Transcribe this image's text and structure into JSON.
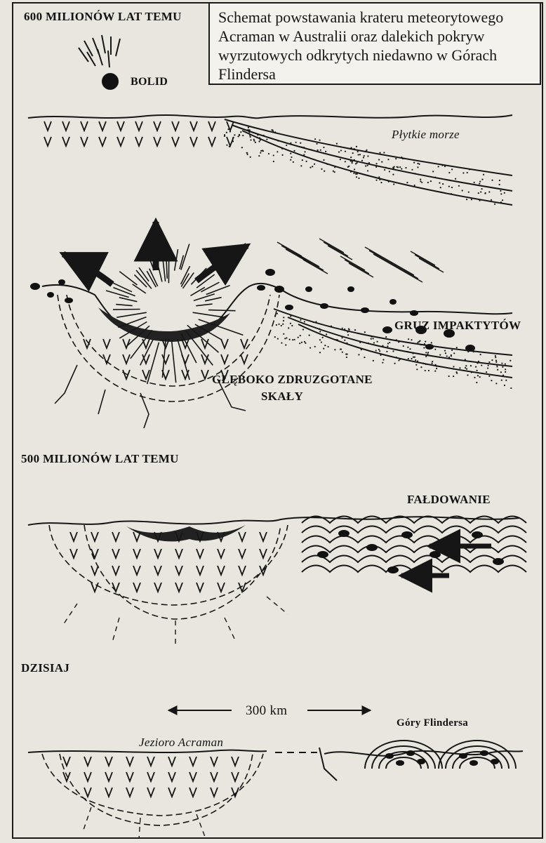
{
  "caption": "Schemat powstawania krateru meteorytowego Acraman w Australii oraz dalekich pokryw wyrzutowych odkrytych niedawno w Górach Flindersa",
  "stages": {
    "stage1": {
      "time_label": "600 MILIONÓW LAT TEMU",
      "bolide_label": "BOLID",
      "sea_label": "Płytkie morze"
    },
    "stage2": {
      "debris_label": "GRUZ IMPAKTYTÓW",
      "shattered_label_line1": "GŁĘBOKO ZDRUZGOTANE",
      "shattered_label_line2": "SKAŁY"
    },
    "stage3": {
      "time_label": "500 MILIONÓW LAT TEMU",
      "folding_label": "FAŁDOWANIE"
    },
    "stage4": {
      "time_label": "DZISIAJ",
      "distance_label": "300 km",
      "lake_label": "Jezioro Acraman",
      "mountains_label": "Góry Flindersa"
    }
  },
  "colors": {
    "ink": "#161616",
    "paper": "#e9e6df",
    "caption_bg": "#f4f2ec"
  }
}
